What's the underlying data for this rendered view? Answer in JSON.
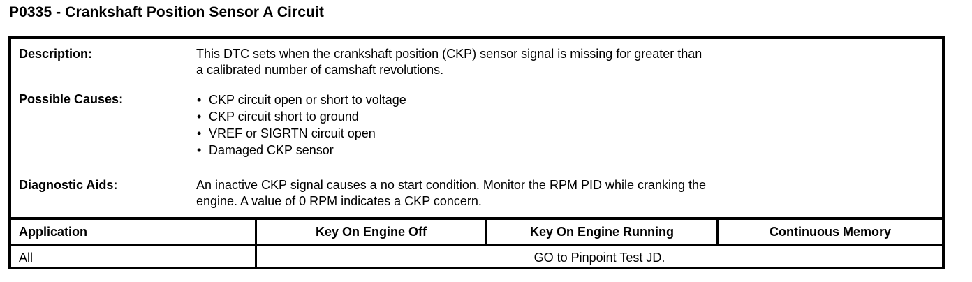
{
  "document": {
    "title": "P0335 - Crankshaft Position Sensor A Circuit"
  },
  "info": {
    "description": {
      "label": "Description:",
      "line1": "This DTC sets when the crankshaft position (CKP) sensor signal is missing for greater than",
      "line2": "a calibrated number of camshaft revolutions."
    },
    "possible_causes": {
      "label": "Possible Causes:",
      "bullet_glyph": "•",
      "items": [
        "CKP circuit open or short to voltage",
        "CKP circuit short to ground",
        "VREF or SIGRTN circuit open",
        "Damaged CKP sensor"
      ]
    },
    "diagnostic_aids": {
      "label": "Diagnostic Aids:",
      "line1": "An inactive CKP signal causes a no start condition. Monitor the RPM PID while cranking the",
      "line2": "engine. A value of 0 RPM indicates a CKP concern."
    }
  },
  "application_table": {
    "headers": {
      "application": "Application",
      "key_on_engine_off": "Key On Engine Off",
      "key_on_engine_running": "Key On Engine Running",
      "continuous_memory": "Continuous Memory"
    },
    "rows": [
      {
        "application": "All",
        "result": "GO to Pinpoint Test JD."
      }
    ]
  },
  "colors": {
    "border": "#000000",
    "text": "#000000",
    "background": "#ffffff"
  }
}
